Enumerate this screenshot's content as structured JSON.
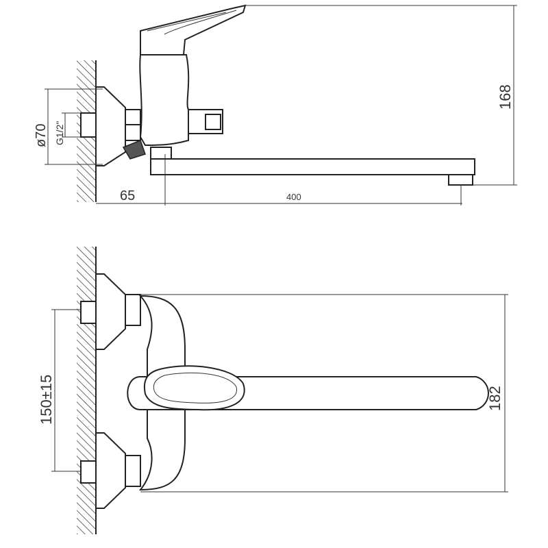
{
  "title": "Wall-mounted mixer faucet technical drawing",
  "dimensions": {
    "flange_diameter": "ø70",
    "thread": "G1/2\"",
    "height": "168",
    "wall_offset": "65",
    "spout_length": "400",
    "inlet_spacing": "150±15",
    "depth": "182"
  },
  "colors": {
    "line": "#222222",
    "background": "#ffffff"
  }
}
